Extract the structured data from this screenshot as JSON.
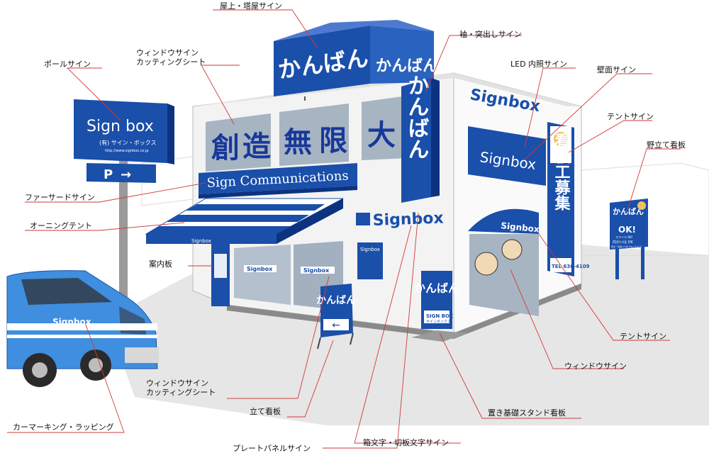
{
  "colors": {
    "brand_blue": "#1a4faa",
    "dark_blue": "#0d3380",
    "leader_line": "#d23a3a",
    "wall": "#f2f2f2",
    "window": "#9aa9b8"
  },
  "signs": {
    "roof_kanban_left": "かんばん",
    "roof_kanban_right": "かんばん",
    "sode_sign": "かんばん",
    "window_kanji": [
      "創",
      "造",
      "無",
      "限",
      "大"
    ],
    "fascia": "Sign Communications",
    "awning_logo": "Signbox",
    "door_logo_1": "Signbox",
    "door_logo_2": "Signbox",
    "plate_panel": "Signbox",
    "box_letters": "Signbox",
    "wall_top_logo": "Signbox",
    "wall_panel": "Signbox",
    "tent_right_logo": "Signbox",
    "recruit_text": "看板工募集",
    "recruit_phone": "TEL 638-4109",
    "pole_sign_title": "Sign box",
    "pole_sign_sub": "(有) サイン・ボックス",
    "pole_sign_url": "http://www.signbox.co.jp",
    "parking": "P",
    "aframe_text": "かんばん",
    "stand_kanban": "かんばん",
    "stand_logo": "SIGN BOX",
    "stand_sub": "サインボックス",
    "nodate_kanban": "かんばん",
    "nodate_ok": "OK!",
    "nodate_line1": "スマイル OK!",
    "nodate_line2": "向かいは OK",
    "nodate_line3": "安全・迅速いつまでもごそよう！",
    "van_logo": "Signbox"
  },
  "labels": {
    "rooftop": "屋上・塔屋サイン",
    "projecting": "袖・突出しサイン",
    "window_cut_top_1": "ウィンドウサイン",
    "window_cut_top_2": "カッティングシート",
    "pole": "ポールサイン",
    "led": "LED 内照サイン",
    "wall": "壁面サイン",
    "tent_top": "テントサイン",
    "nodate": "野立て看板",
    "fascia": "ファーサードサイン",
    "awning": "オーニングテント",
    "guide": "案内板",
    "tent_bottom": "テントサイン",
    "window_right": "ウィンドウサイン",
    "window_cut_bottom_1": "ウィンドウサイン",
    "window_cut_bottom_2": "カッティングシート",
    "standing": "立て看板",
    "base_stand": "置き基礎スタンド看板",
    "car": "カーマーキング・ラッピング",
    "plate": "プレートパネルサイン",
    "box_letters": "箱文字・切板文字サイン"
  }
}
